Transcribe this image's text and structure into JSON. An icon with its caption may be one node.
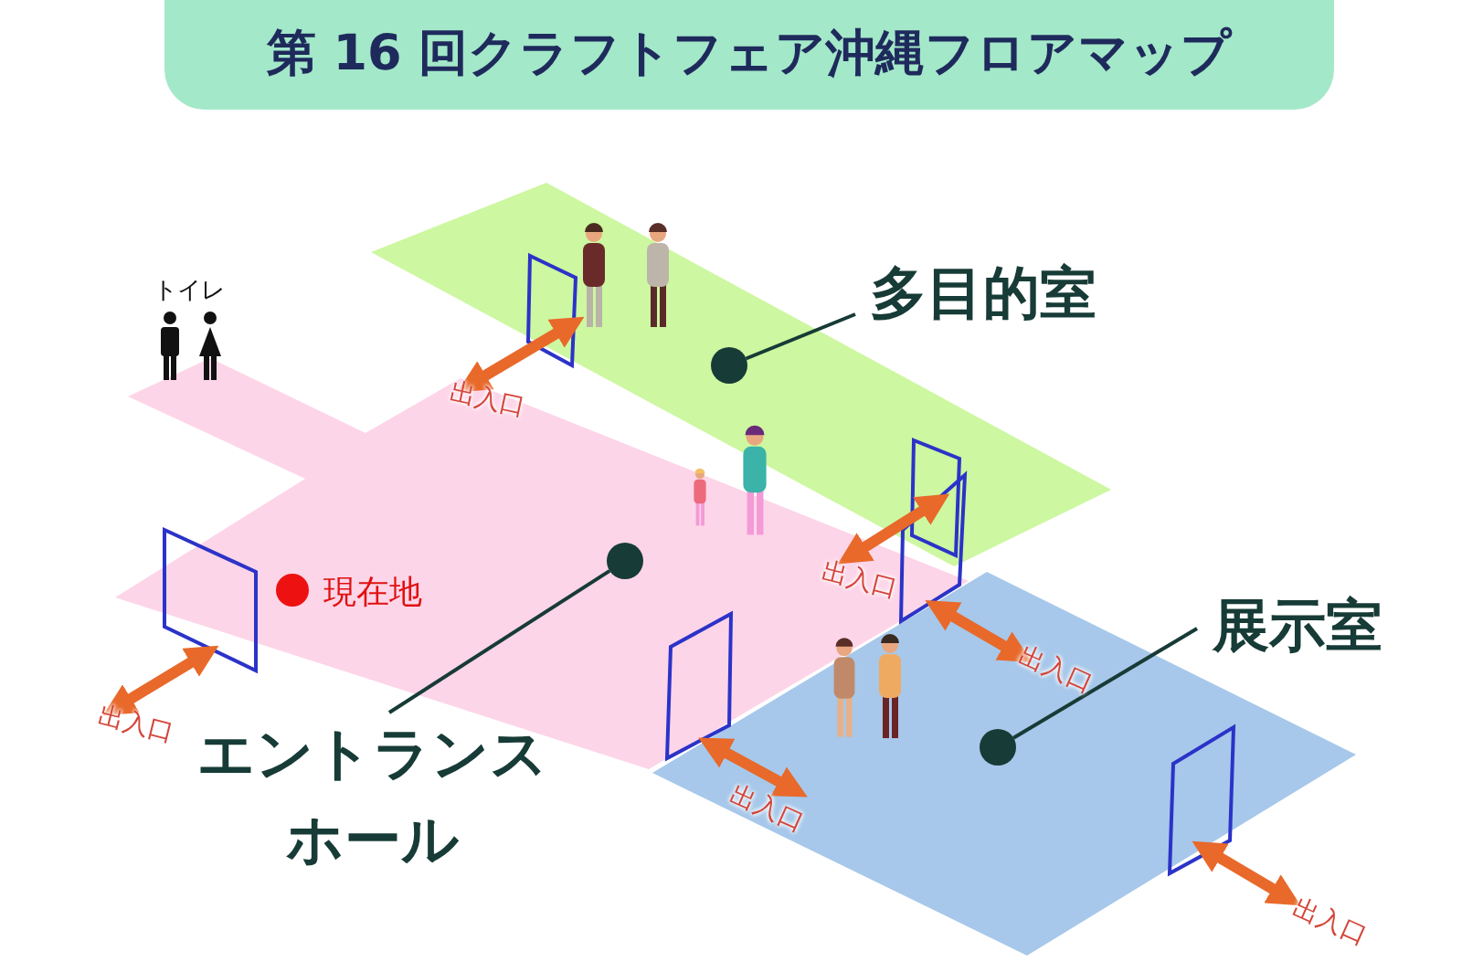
{
  "diagram": {
    "title": "第 16 回クラフトフェア沖縄フロアマップ",
    "nodes": [
      {
        "text": [
          "多目的室"
        ]
      },
      {
        "text": [],
        "shape": "circle"
      },
      {
        "text": [],
        "shape": "circle"
      },
      {
        "text": [
          "展示室"
        ]
      },
      {
        "text": [],
        "shape": "circle"
      },
      {
        "text": [
          "エントランスホール"
        ]
      }
    ],
    "edges": [
      {
        "from": 0,
        "to": 1,
        "arrow": "none"
      },
      {
        "from": 3,
        "to": 4,
        "arrow": "none"
      },
      {
        "from": 5,
        "to": 2,
        "arrow": "none"
      }
    ],
    "labels": [
      "トイレ",
      "出入口",
      "出入口",
      "現在地",
      "出入口",
      "出入口",
      "出入口",
      "出入口"
    ]
  }
}
